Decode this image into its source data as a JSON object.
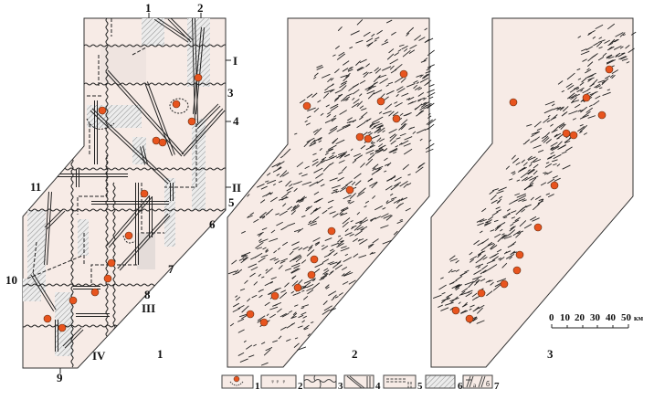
{
  "panels": [
    {
      "label": "1"
    },
    {
      "label": "2"
    },
    {
      "label": "3"
    }
  ],
  "panel1_markers": {
    "top": [
      "1",
      "2"
    ],
    "right": [
      "I",
      "3",
      "4",
      "II",
      "5",
      "6",
      "7",
      "8",
      "III",
      "IV"
    ],
    "left": [
      "11",
      "10"
    ],
    "bottom": [
      "9"
    ]
  },
  "scale": {
    "ticks": [
      "0",
      "10",
      "20",
      "30",
      "40",
      "50"
    ],
    "unit": "км"
  },
  "legend": [
    {
      "num": "1",
      "icon": "deposit-dot-with-arc"
    },
    {
      "num": "2",
      "icon": "occurrence-symbols"
    },
    {
      "num": "3",
      "icon": "wavy-boundary"
    },
    {
      "num": "4",
      "icon": "double-fault-lines"
    },
    {
      "num": "5",
      "icon": "dashed-fault-lines"
    },
    {
      "num": "6",
      "icon": "hatched-zone"
    },
    {
      "num": "7",
      "icon": "fault-ticks",
      "sub_a": "а",
      "sub_b": "б"
    }
  ],
  "colors": {
    "panel": "#f7ebe6",
    "dot": "#e8541e",
    "line": "#222",
    "hatch": "#9a9a9a",
    "shade": "#d8d8d8"
  }
}
